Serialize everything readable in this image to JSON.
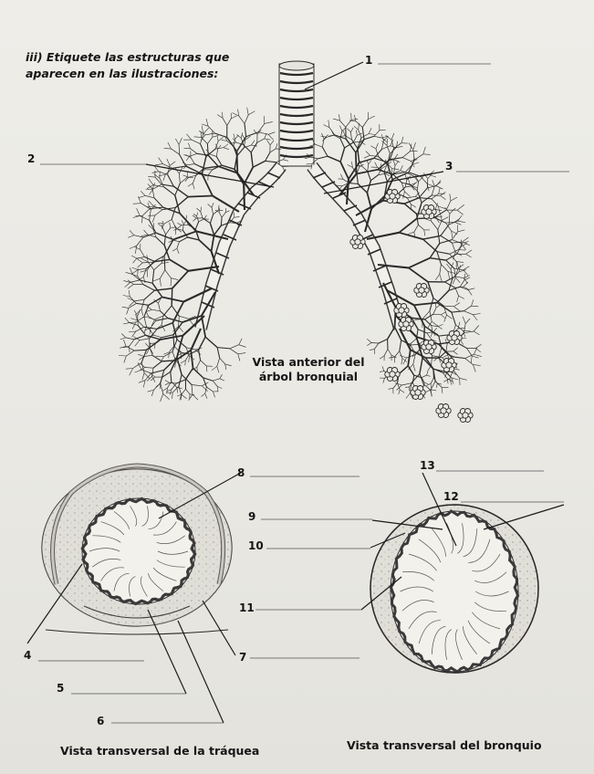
{
  "instruction": [
    "iii) Etiquete las estructuras que",
    "aparecen en las ilustraciones:"
  ],
  "captions": {
    "anterior_view": [
      "Vista anterior del",
      "árbol bronquial"
    ],
    "trachea_section": "Vista transversal de la tráquea",
    "bronchus_section": "Vista transversal del bronquio"
  },
  "labels": [
    {
      "id": "1",
      "text": "1"
    },
    {
      "id": "2",
      "text": "2"
    },
    {
      "id": "3",
      "text": "3"
    },
    {
      "id": "4",
      "text": "4"
    },
    {
      "id": "5",
      "text": "5"
    },
    {
      "id": "6",
      "text": "6"
    },
    {
      "id": "7",
      "text": "7"
    },
    {
      "id": "8",
      "text": "8"
    },
    {
      "id": "9",
      "text": "9"
    },
    {
      "id": "10",
      "text": "10"
    },
    {
      "id": "11",
      "text": "11"
    },
    {
      "id": "12",
      "text": "12"
    },
    {
      "id": "13",
      "text": "13"
    }
  ],
  "colors": {
    "ink": "#1c1c1c",
    "paper": "#ecebe6",
    "tissue": "#d8d6cf"
  }
}
